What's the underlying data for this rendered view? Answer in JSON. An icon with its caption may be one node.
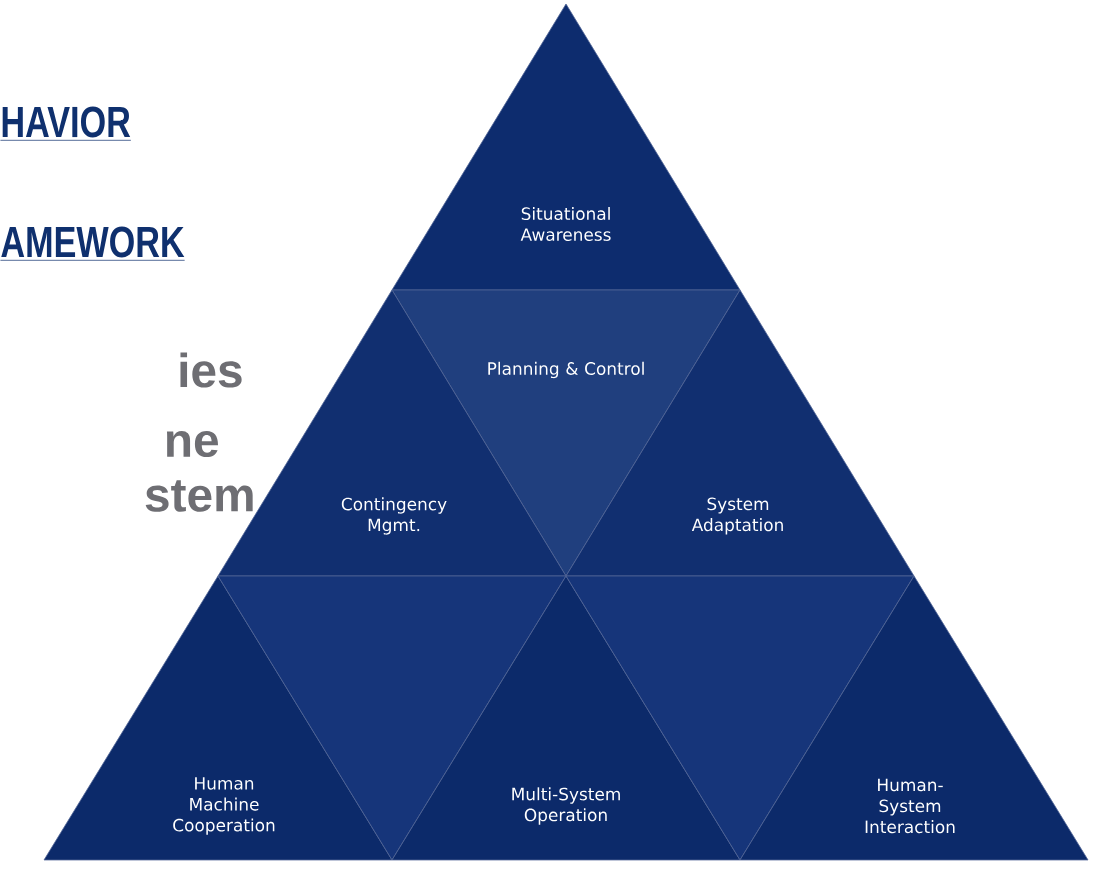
{
  "diagram": {
    "nodes": [
      {
        "text": [
          "Situational Awareness"
        ]
      },
      {
        "text": [
          "Planning & Control"
        ]
      },
      {
        "text": [
          "Contingency Mgmt."
        ]
      },
      {
        "text": [
          "System Adaptation"
        ]
      },
      {
        "text": [
          "Human Machine Cooperation"
        ]
      },
      {
        "text": [],
        "shape": "triangle"
      },
      {
        "text": [
          "Multi-System Operation"
        ]
      },
      {
        "text": [],
        "shape": "triangle"
      },
      {
        "text": [
          "Human-System Interaction"
        ]
      }
    ],
    "labels": [
      "HAVIOR",
      "AMEWORK",
      "ies",
      "ne",
      "stem"
    ]
  }
}
